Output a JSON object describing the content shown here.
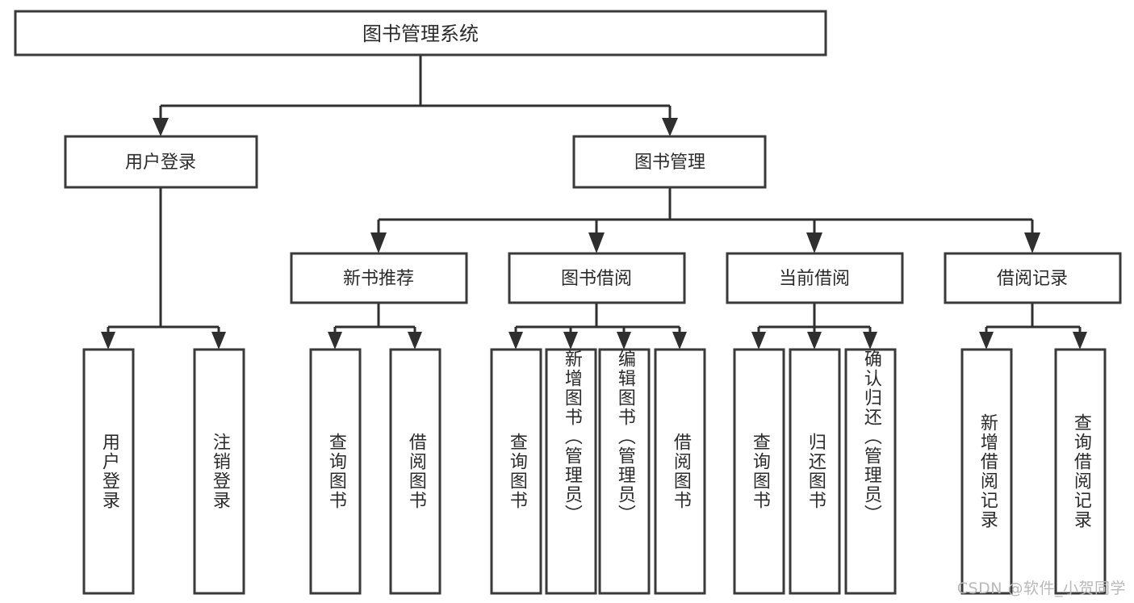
{
  "diagram": {
    "title": "图书管理系统",
    "type": "tree",
    "watermark": "CSDN @软件_小贺同学",
    "colors": {
      "background": "#ffffff",
      "box_stroke": "#3a3a3a",
      "connector": "#2f2f2f",
      "text": "#2b2b2b",
      "watermark": "#b9b9b9"
    },
    "root": {
      "label": "图书管理系统"
    },
    "level2": [
      {
        "label": "用户登录"
      },
      {
        "label": "图书管理"
      }
    ],
    "level3": [
      {
        "label": "新书推荐"
      },
      {
        "label": "图书借阅"
      },
      {
        "label": "当前借阅"
      },
      {
        "label": "借阅记录"
      }
    ],
    "leaves": {
      "user_login": [
        {
          "label": "用户登录"
        },
        {
          "label": "注销登录"
        }
      ],
      "new_book_recommend": [
        {
          "label": "查询图书"
        },
        {
          "label": "借阅图书"
        }
      ],
      "book_borrow": [
        {
          "label": "查询图书"
        },
        {
          "label": "新增图书（管理员）"
        },
        {
          "label": "编辑图书（管理员）"
        },
        {
          "label": "借阅图书"
        }
      ],
      "current_borrow": [
        {
          "label": "查询图书"
        },
        {
          "label": "归还图书"
        },
        {
          "label": "确认归还（管理员）"
        }
      ],
      "borrow_record": [
        {
          "label": "新增借阅记录"
        },
        {
          "label": "查询借阅记录"
        }
      ]
    }
  }
}
